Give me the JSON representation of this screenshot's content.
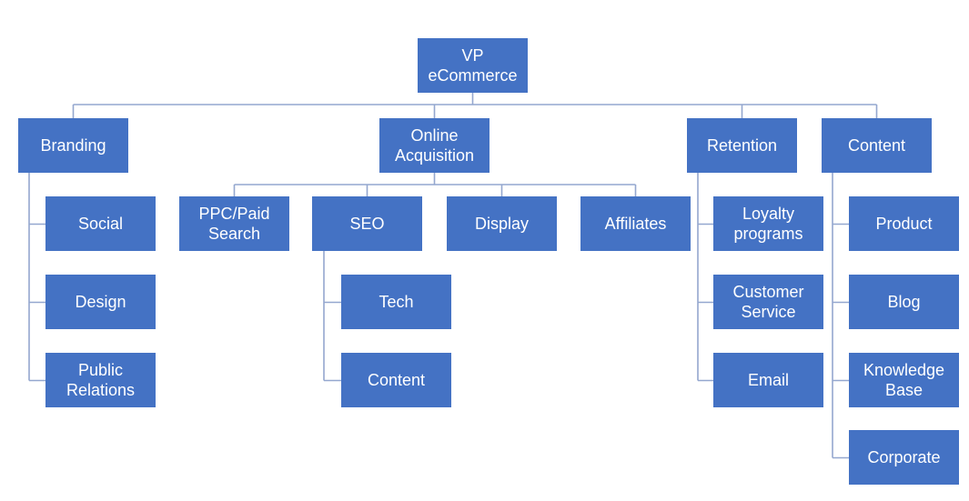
{
  "diagram": {
    "type": "org-chart",
    "colors": {
      "node_fill": "#4472C4",
      "node_text": "#FFFFFF",
      "connector_color": "#94A7CF",
      "background": "#FFFFFF"
    },
    "nodes": [
      {
        "id": "vp-ecommerce",
        "label": "VP eCommerce",
        "parent": null
      },
      {
        "id": "branding",
        "label": "Branding",
        "parent": "vp-ecommerce"
      },
      {
        "id": "online-acquisition",
        "label": "Online Acquisition",
        "parent": "vp-ecommerce"
      },
      {
        "id": "retention",
        "label": "Retention",
        "parent": "vp-ecommerce"
      },
      {
        "id": "content",
        "label": "Content",
        "parent": "vp-ecommerce"
      },
      {
        "id": "social",
        "label": "Social",
        "parent": "branding"
      },
      {
        "id": "design",
        "label": "Design",
        "parent": "branding"
      },
      {
        "id": "public-relations",
        "label": "Public Relations",
        "parent": "branding"
      },
      {
        "id": "ppc-paid-search",
        "label": "PPC/Paid Search",
        "parent": "online-acquisition"
      },
      {
        "id": "seo",
        "label": "SEO",
        "parent": "online-acquisition"
      },
      {
        "id": "display",
        "label": "Display",
        "parent": "online-acquisition"
      },
      {
        "id": "affiliates",
        "label": "Affiliates",
        "parent": "online-acquisition"
      },
      {
        "id": "seo-tech",
        "label": "Tech",
        "parent": "seo"
      },
      {
        "id": "seo-content",
        "label": "Content",
        "parent": "seo"
      },
      {
        "id": "loyalty-programs",
        "label": "Loyalty programs",
        "parent": "retention"
      },
      {
        "id": "customer-service",
        "label": "Customer Service",
        "parent": "retention"
      },
      {
        "id": "email",
        "label": "Email",
        "parent": "retention"
      },
      {
        "id": "product",
        "label": "Product",
        "parent": "content"
      },
      {
        "id": "blog",
        "label": "Blog",
        "parent": "content"
      },
      {
        "id": "knowledge-base",
        "label": "Knowledge Base",
        "parent": "content"
      },
      {
        "id": "corporate",
        "label": "Corporate",
        "parent": "content"
      }
    ]
  }
}
